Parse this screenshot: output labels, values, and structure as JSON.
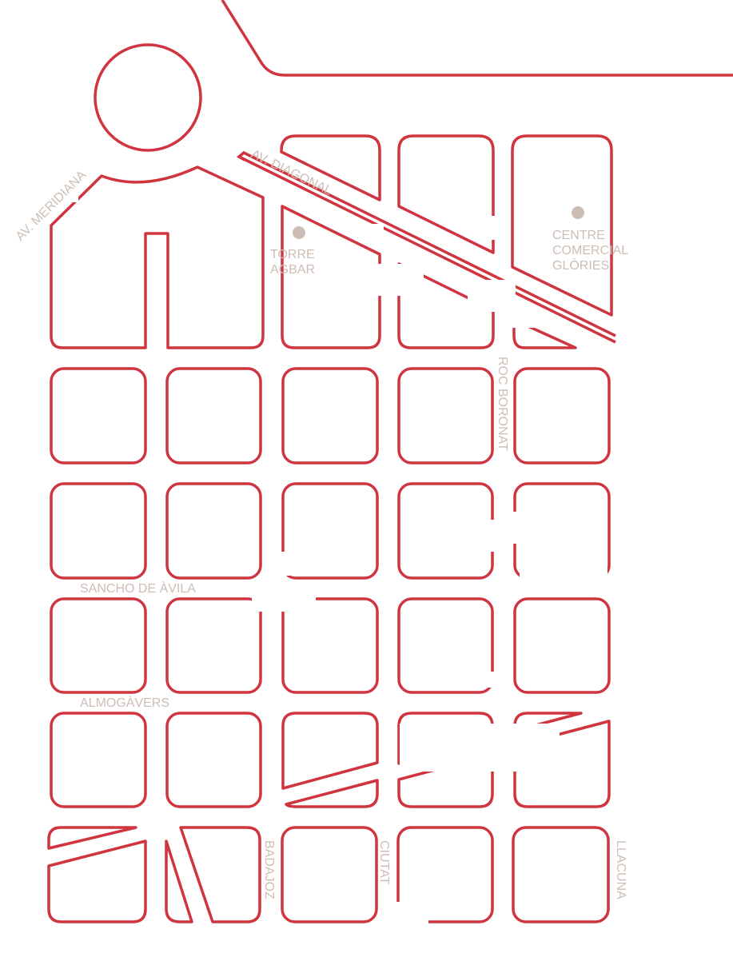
{
  "map": {
    "colors": {
      "block_stroke": "#d0343f",
      "label": "#cdbdb5",
      "background": "#ffffff"
    },
    "streets": {
      "meridiana": "AV. MERIDIANA",
      "diagonal": "AV. DIAGONAL",
      "roc_boronat": "ROC BORONAT",
      "sancho_de_avila": "SANCHO DE ÀVILA",
      "almogavers": "ALMOGÀVERS",
      "badajoz": "BADAJOZ",
      "ciutat": "CIUTAT",
      "llacuna": "LLACUNA"
    },
    "landmarks": {
      "torre_agbar": [
        "TORRE",
        "AGBAR"
      ],
      "glories": [
        "CENTRE",
        "COMERCIAL",
        "GLÒRIES"
      ]
    }
  }
}
